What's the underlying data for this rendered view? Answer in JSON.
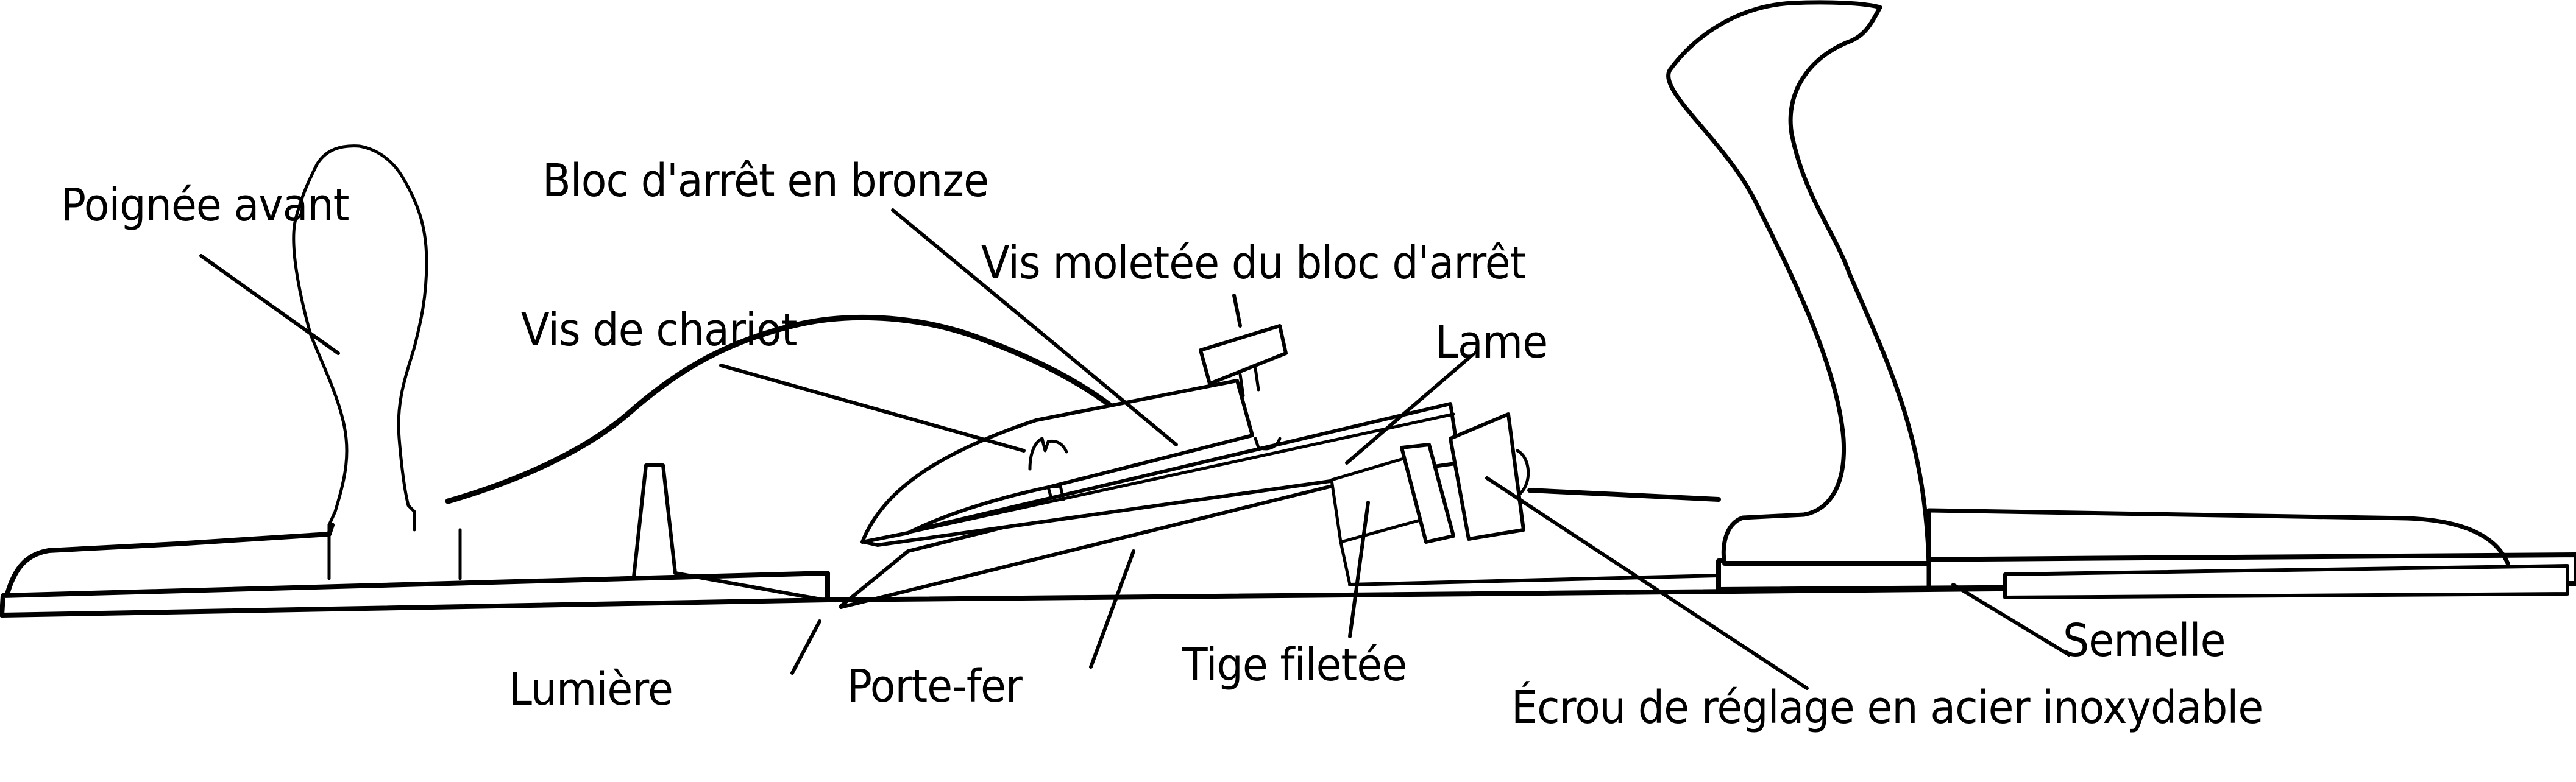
{
  "diagram": {
    "subject": "Rabot (hand plane) cross-section",
    "stroke_color": "#000000",
    "background_color": "#ffffff",
    "labels": {
      "poignee_avant": "Poignée avant",
      "bloc_arret": "Bloc d'arrêt en bronze",
      "vis_moletee": "Vis moletée du bloc d'arrêt",
      "vis_chariot": "Vis de chariot",
      "lame": "Lame",
      "lumiere": "Lumière",
      "porte_fer": "Porte-fer",
      "tige_filetee": "Tige filetée",
      "ecrou_reglage": "Écrou de réglage en acier inoxydable",
      "semelle": "Semelle"
    }
  }
}
